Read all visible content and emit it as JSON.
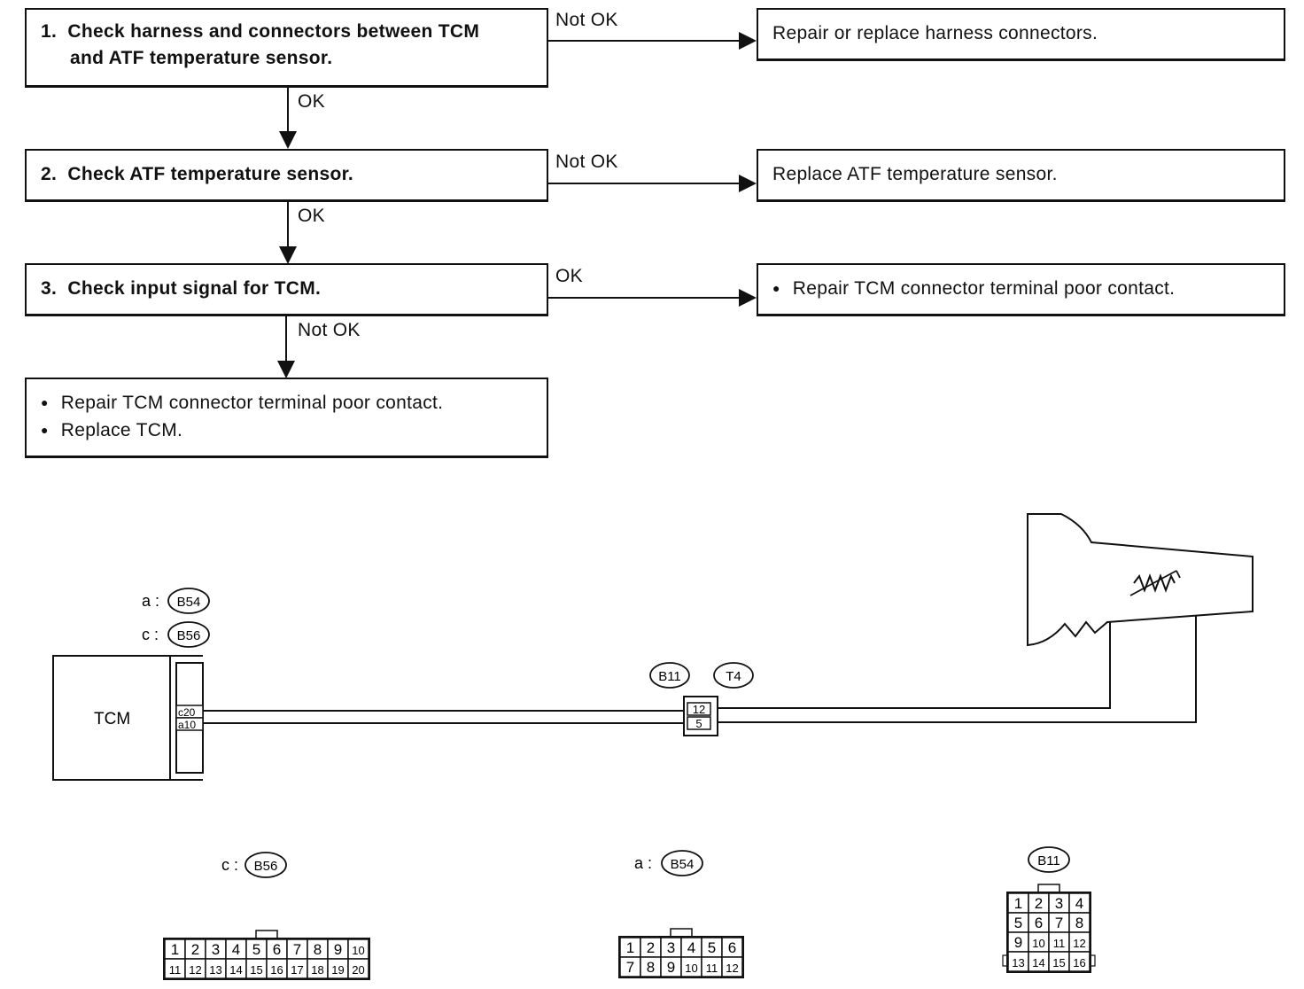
{
  "flowchart": {
    "steps": [
      {
        "number": "1.",
        "lines": [
          "Check harness and connectors between TCM",
          "and ATF temperature sensor."
        ]
      },
      {
        "number": "2.",
        "lines": [
          "Check ATF temperature sensor."
        ]
      },
      {
        "number": "3.",
        "lines": [
          "Check input signal for TCM."
        ]
      }
    ],
    "results": [
      {
        "text": "Repair or replace harness connectors."
      },
      {
        "text": "Replace ATF temperature sensor."
      },
      {
        "bullets": [
          "Repair TCM connector terminal poor contact."
        ]
      }
    ],
    "final": {
      "bullets": [
        "Repair TCM connector terminal poor contact.",
        "Replace TCM."
      ]
    },
    "branch_labels": {
      "step1_right": "Not OK",
      "step1_down": "OK",
      "step2_right": "Not OK",
      "step2_down": "OK",
      "step3_right": "OK",
      "step3_down": "Not OK"
    }
  },
  "wiring": {
    "tcm_label": "TCM",
    "tcm_connectors": [
      {
        "prefix": "a :",
        "code": "B54"
      },
      {
        "prefix": "c :",
        "code": "B56"
      }
    ],
    "tcm_pins": [
      "c20",
      "a10"
    ],
    "joint_connectors": [
      "B11",
      "T4"
    ],
    "joint_pins": [
      "12",
      "5"
    ]
  },
  "connector_views": [
    {
      "prefix": "c :",
      "code": "B56",
      "rows": [
        [
          "1",
          "2",
          "3",
          "4",
          "5",
          "6",
          "7",
          "8",
          "9",
          "10"
        ],
        [
          "11",
          "12",
          "13",
          "14",
          "15",
          "16",
          "17",
          "18",
          "19",
          "20"
        ]
      ]
    },
    {
      "prefix": "a :",
      "code": "B54",
      "rows": [
        [
          "1",
          "2",
          "3",
          "4",
          "5",
          "6"
        ],
        [
          "7",
          "8",
          "9",
          "10",
          "11",
          "12"
        ]
      ]
    },
    {
      "prefix": "",
      "code": "B11",
      "rows": [
        [
          "1",
          "2",
          "3",
          "4"
        ],
        [
          "5",
          "6",
          "7",
          "8"
        ],
        [
          "9",
          "10",
          "11",
          "12"
        ],
        [
          "13",
          "14",
          "15",
          "16"
        ]
      ]
    }
  ]
}
